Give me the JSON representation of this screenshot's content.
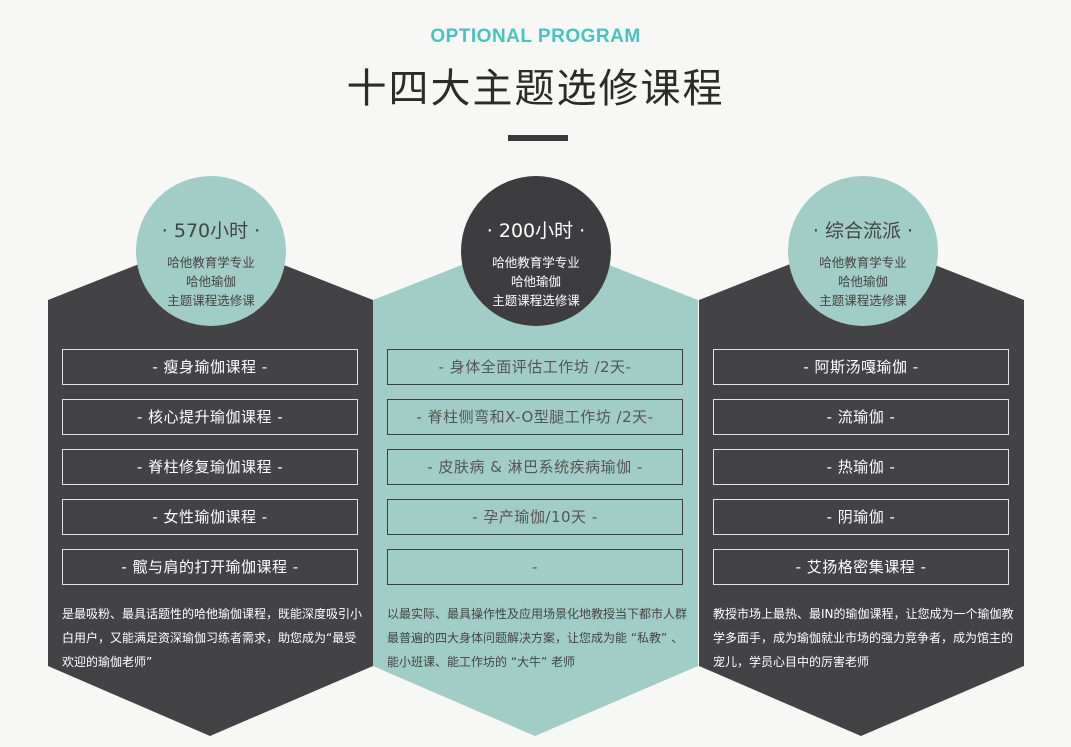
{
  "header": {
    "subtitle": "OPTIONAL PROGRAM",
    "title": "十四大主题选修课程"
  },
  "colors": {
    "accent": "#49c3bd",
    "dark_panel": "#434346",
    "light_panel": "#a2cdc6"
  },
  "columns": [
    {
      "heading": "· 570小时 ·",
      "lines": [
        "哈他教育学专业",
        "哈他瑜伽",
        "主题课程选修课"
      ],
      "items": [
        "- 瘦身瑜伽课程 -",
        "- 核心提升瑜伽课程 -",
        "- 脊柱修复瑜伽课程 -",
        "- 女性瑜伽课程 -",
        "- 髋与肩的打开瑜伽课程 -"
      ],
      "description": "是最吸粉、最具话题性的哈他瑜伽课程，既能深度吸引小白用户，又能满足资深瑜伽习练者需求，助您成为“最受欢迎的瑜伽老师”"
    },
    {
      "heading": "· 200小时 ·",
      "lines": [
        "哈他教育学专业",
        "哈他瑜伽",
        "主题课程选修课"
      ],
      "items": [
        "- 身体全面评估工作坊 /2天-",
        "- 脊柱侧弯和X-O型腿工作坊 /2天-",
        "- 皮肤病 & 淋巴系统疾病瑜伽 -",
        "- 孕产瑜伽/10天 -",
        "-"
      ],
      "description": "以最实际、最具操作性及应用场景化地教授当下都市人群最普遍的四大身体问题解决方案，让您成为能 “私教” 、能小班课、能工作坊的 “大牛” 老师"
    },
    {
      "heading": "· 综合流派 ·",
      "lines": [
        "哈他教育学专业",
        "哈他瑜伽",
        "主题课程选修课"
      ],
      "items": [
        "- 阿斯汤嘎瑜伽 -",
        "- 流瑜伽 -",
        "- 热瑜伽 -",
        "- 阴瑜伽 -",
        "- 艾扬格密集课程 -"
      ],
      "description": "教授市场上最热、最IN的瑜伽课程，让您成为一个瑜伽教学多面手，成为瑜伽就业市场的强力竞争者，成为馆主的宠儿，学员心目中的厉害老师"
    }
  ]
}
